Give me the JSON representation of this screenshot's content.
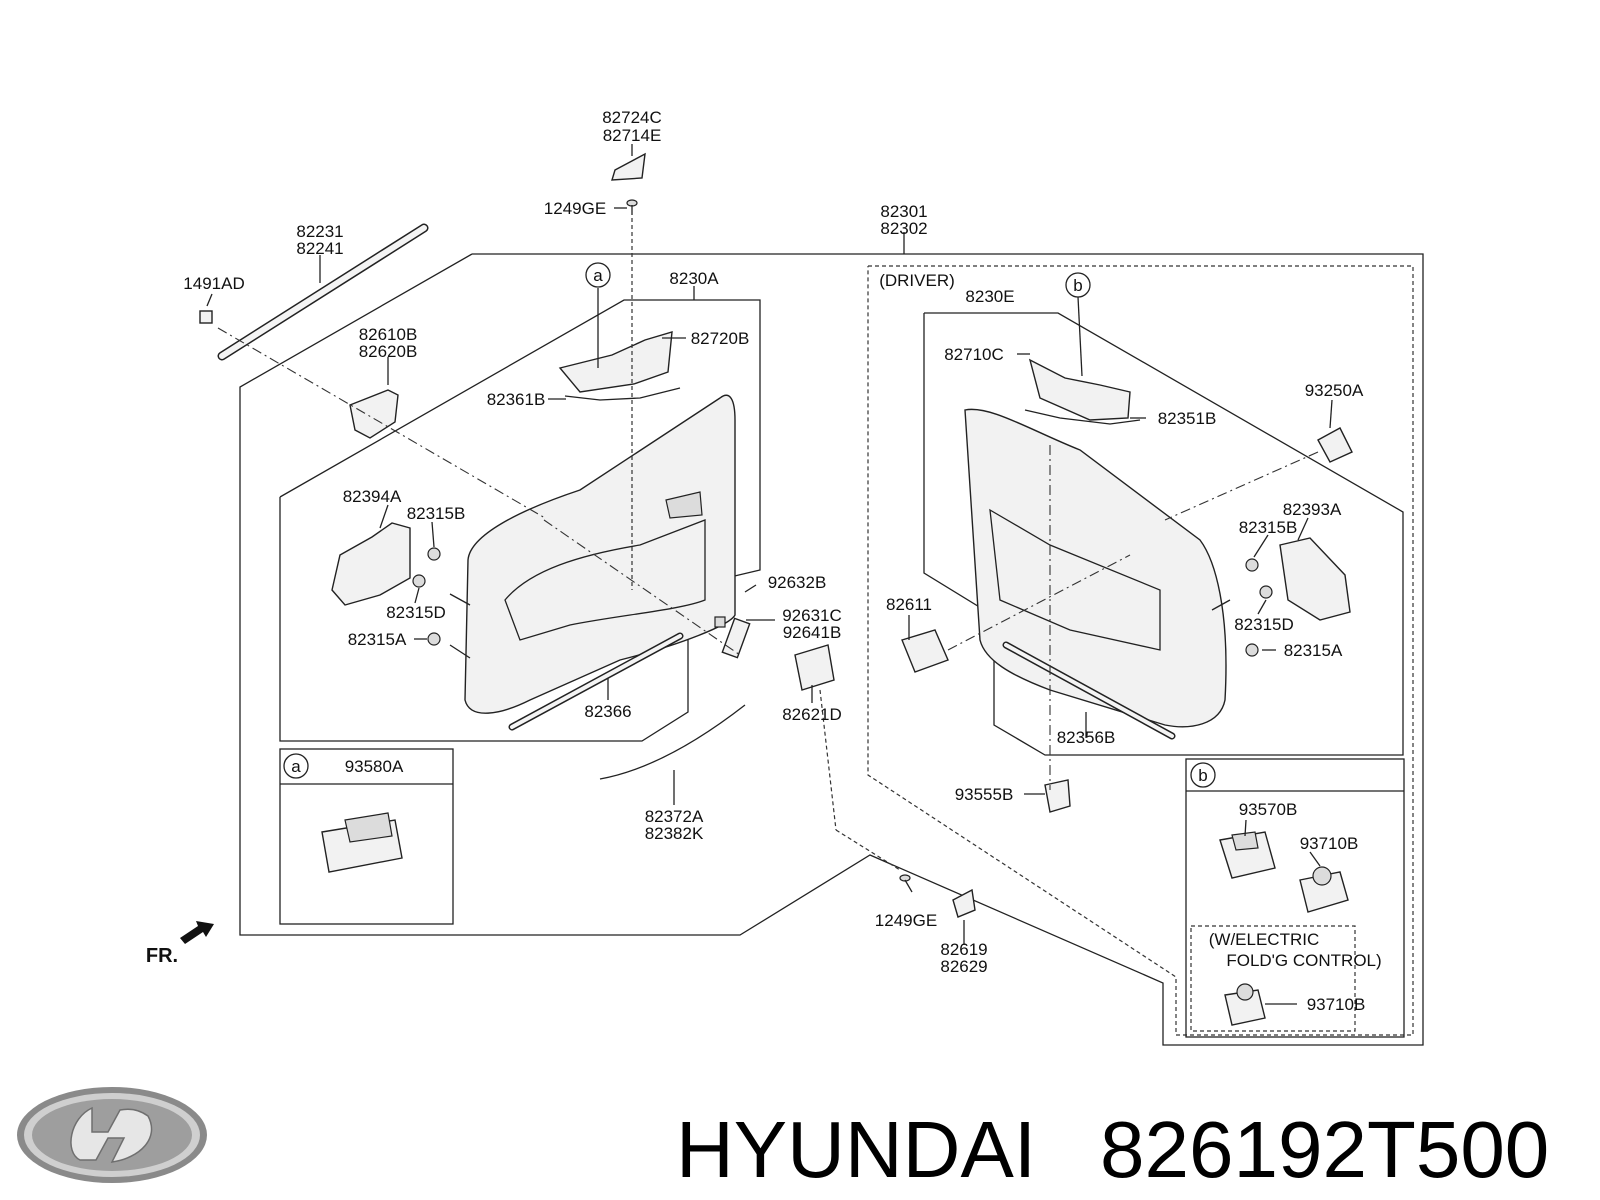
{
  "labels": {
    "p82724c": "82724C",
    "p82714e": "82714E",
    "p1249ge_top": "1249GE",
    "p82231": "82231",
    "p82241": "82241",
    "p1491ad": "1491AD",
    "p82301": "82301",
    "p82302": "82302",
    "p8230a": "8230A",
    "p82720b": "82720B",
    "p82610b": "82610B",
    "p82620b": "82620B",
    "p82361b": "82361B",
    "p82394a": "82394A",
    "p82315b_l": "82315B",
    "p82315d_l": "82315D",
    "p82315a_l": "82315A",
    "p82366": "82366",
    "p92632b": "92632B",
    "p92631c": "92631C",
    "p92641b": "92641B",
    "p82621d": "82621D",
    "p82372a": "82372A",
    "p82382k": "82382K",
    "p93580a": "93580A",
    "driver": "(DRIVER)",
    "p8230e": "8230E",
    "p82710c": "82710C",
    "p82351b": "82351B",
    "p93250a": "93250A",
    "p82393a": "82393A",
    "p82315b_r": "82315B",
    "p82315d_r": "82315D",
    "p82315a_r": "82315A",
    "p82611": "82611",
    "p82356b": "82356B",
    "p93555b": "93555B",
    "p1249ge_bottom": "1249GE",
    "p82619": "82619",
    "p82629": "82629",
    "p93570b": "93570B",
    "p93710b_1": "93710B",
    "w_electric_1": "(W/ELECTRIC",
    "w_electric_2": "FOLD'G CONTROL)",
    "p93710b_2": "93710B",
    "fr": "FR.",
    "circle_a_1": "a",
    "circle_a_2": "a",
    "circle_b_1": "b",
    "circle_b_2": "b"
  },
  "footer": {
    "brand": "HYUNDAI",
    "part_number": "826192T500"
  }
}
